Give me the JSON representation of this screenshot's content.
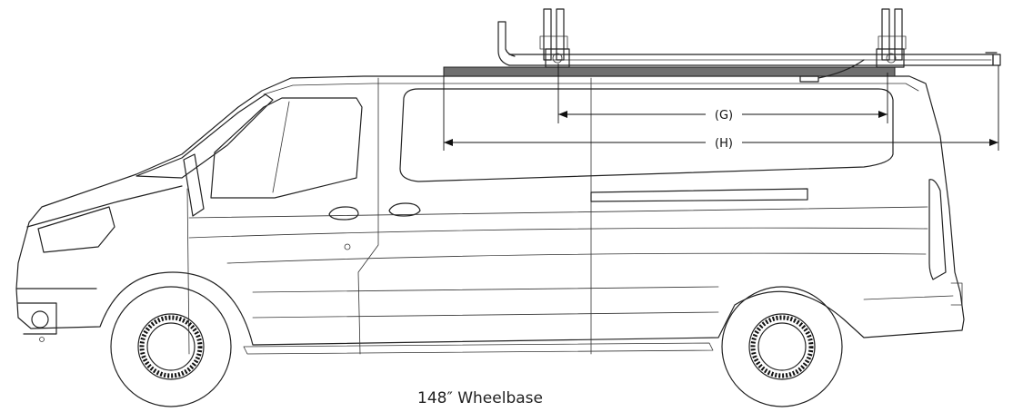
{
  "diagram": {
    "caption": "148″ Wheelbase",
    "dimension_labels": {
      "g": "(G)",
      "h": "(H)"
    }
  },
  "colors": {
    "line": "#222222",
    "roof_rail": "#6f6f6f",
    "background": "#ffffff"
  }
}
